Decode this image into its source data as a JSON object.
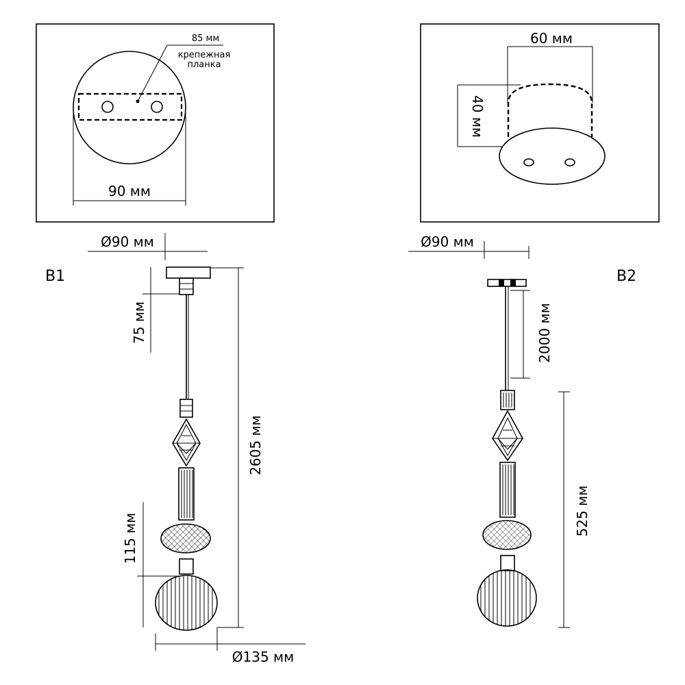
{
  "top_left_panel": {
    "label_plate_width": "85 мм",
    "label_bracket_line1": "крепежная",
    "label_bracket_line2": "планка",
    "label_diameter": "90 мм"
  },
  "top_right_panel": {
    "label_width": "60 мм",
    "label_height": "40 мм"
  },
  "variant_b1": {
    "name": "B1",
    "canopy_diameter": "Ø90 мм",
    "canopy_height": "75 мм",
    "total_height": "2605 мм",
    "shade_height": "115 мм",
    "shade_diameter": "Ø135 мм"
  },
  "variant_b2": {
    "name": "B2",
    "canopy_diameter": "Ø90 мм",
    "cable_length": "2000 мм",
    "body_height": "525 мм"
  }
}
